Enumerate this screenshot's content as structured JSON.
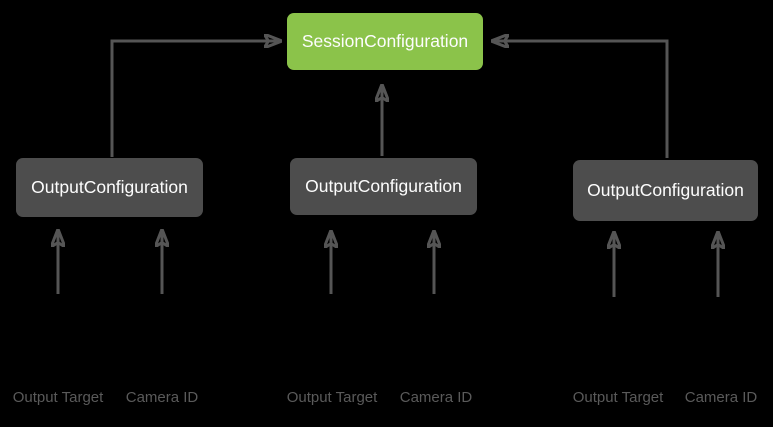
{
  "diagram": {
    "session_node": {
      "label": "SessionConfiguration"
    },
    "output_nodes": [
      {
        "label": "OutputConfiguration"
      },
      {
        "label": "OutputConfiguration"
      },
      {
        "label": "OutputConfiguration"
      }
    ],
    "input_labels": [
      {
        "text": "Output Target"
      },
      {
        "text": "Camera ID"
      },
      {
        "text": "Output Target"
      },
      {
        "text": "Camera ID"
      },
      {
        "text": "Output Target"
      },
      {
        "text": "Camera ID"
      }
    ],
    "colors": {
      "background": "#000000",
      "session_node_fill": "#8BC34A",
      "output_node_fill": "#4D4D4D",
      "arrow": "#555555",
      "node_text": "#FDFDFD",
      "input_label_text": "#5A5A5A"
    }
  }
}
